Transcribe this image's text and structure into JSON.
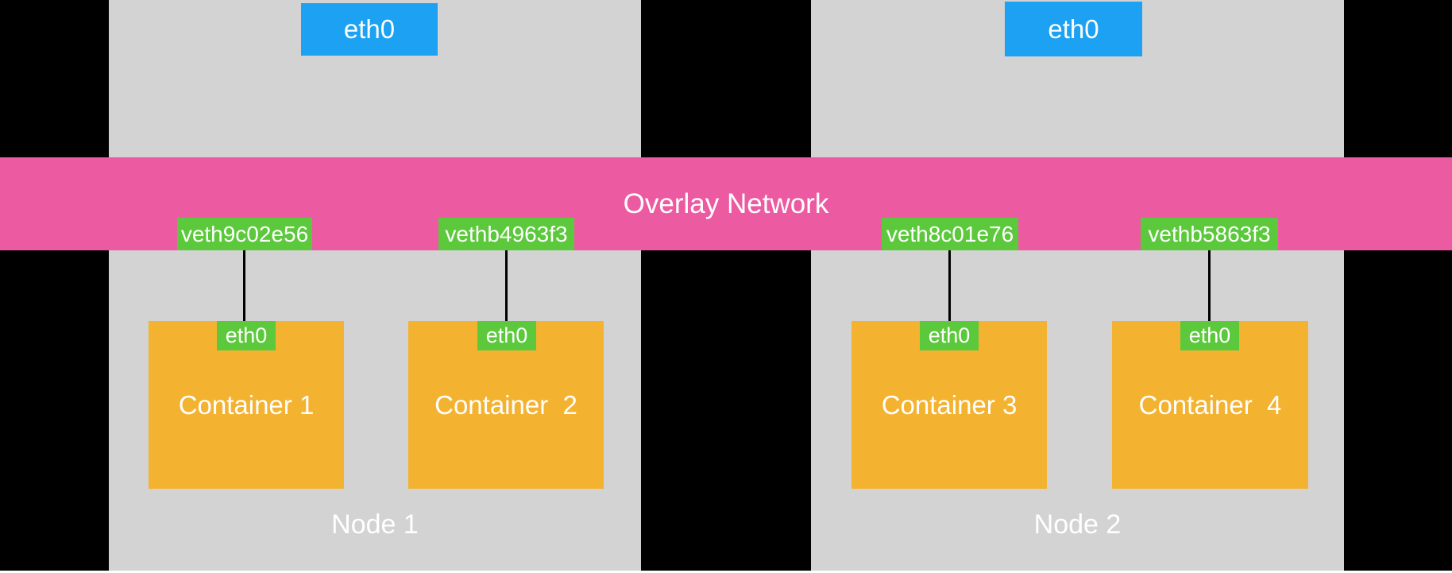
{
  "colors": {
    "background": "#000000",
    "node-gray": "#D3D3D3",
    "eth-blue": "#1DA1F2",
    "overlay-pink": "#EC5BA1",
    "veth-green": "#5CC93C",
    "container-orange": "#F4B231",
    "connector-black": "#000000",
    "text-white": "#FFFFFF",
    "bottom-edge": "#FFFFFF"
  },
  "overlay": {
    "label": "Overlay Network"
  },
  "nodes": [
    {
      "name": "Node 1",
      "host_interface": "eth0",
      "veths": [
        "veth9c02e56",
        "vethb4963f3"
      ],
      "containers": [
        {
          "name": "Container 1",
          "interface": "eth0"
        },
        {
          "name": "Container  2",
          "interface": "eth0"
        }
      ]
    },
    {
      "name": "Node 2",
      "host_interface": "eth0",
      "veths": [
        "veth8c01e76",
        "vethb5863f3"
      ],
      "containers": [
        {
          "name": "Container 3",
          "interface": "eth0"
        },
        {
          "name": "Container  4",
          "interface": "eth0"
        }
      ]
    }
  ]
}
